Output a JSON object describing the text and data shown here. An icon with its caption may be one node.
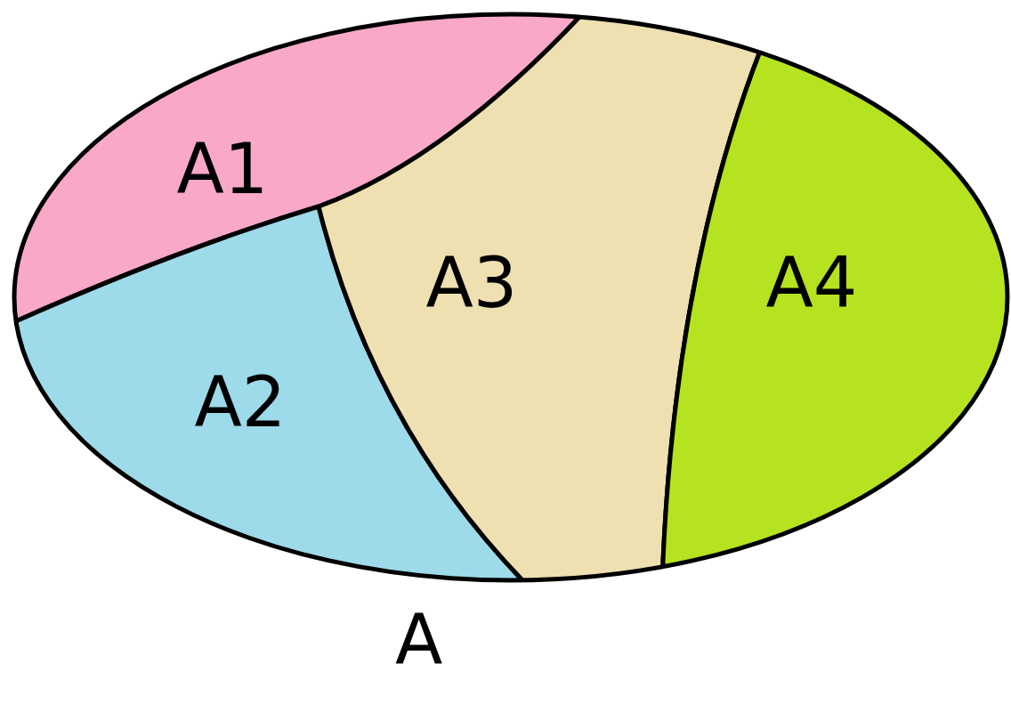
{
  "diagram": {
    "nodes": [
      {
        "text": [
          "A"
        ]
      },
      {
        "text": [
          "A1"
        ],
        "in": 0
      },
      {
        "text": [
          "A2"
        ],
        "in": 0
      },
      {
        "text": [
          "A3"
        ],
        "in": 0
      },
      {
        "text": [
          "A4"
        ],
        "in": 0
      }
    ]
  }
}
